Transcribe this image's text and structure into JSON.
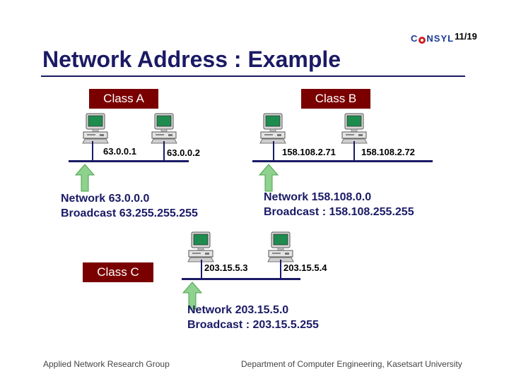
{
  "header": {
    "logo_text_left": "C",
    "logo_text_right": "NSYL",
    "slide_number": "11/19",
    "title": "Network Address : Example"
  },
  "class_a": {
    "label": "Class A",
    "hosts": [
      "63.0.0.1",
      "63.0.0.2"
    ],
    "network_line": "Network 63.0.0.0",
    "broadcast_line": "Broadcast 63.255.255.255"
  },
  "class_b": {
    "label": "Class B",
    "hosts": [
      "158.108.2.71",
      "158.108.2.72"
    ],
    "network_line": "Network 158.108.0.0",
    "broadcast_line": "Broadcast : 158.108.255.255"
  },
  "class_c": {
    "label": "Class C",
    "hosts": [
      "203.15.5.3",
      "203.15.5.4"
    ],
    "network_line": "Network 203.15.5.0",
    "broadcast_line": "Broadcast : 203.15.5.255"
  },
  "footer": {
    "left": "Applied Network Research Group",
    "right": "Department of Computer Engineering, Kasetsart University"
  },
  "colors": {
    "title": "#1a1a66",
    "class_box": "#7a0000",
    "monitor_screen": "#1e8c4e",
    "arrow": "#8fd18f",
    "bus": "#1a1a66"
  },
  "icons": [
    "computer-icon",
    "up-arrow-icon",
    "logo"
  ]
}
